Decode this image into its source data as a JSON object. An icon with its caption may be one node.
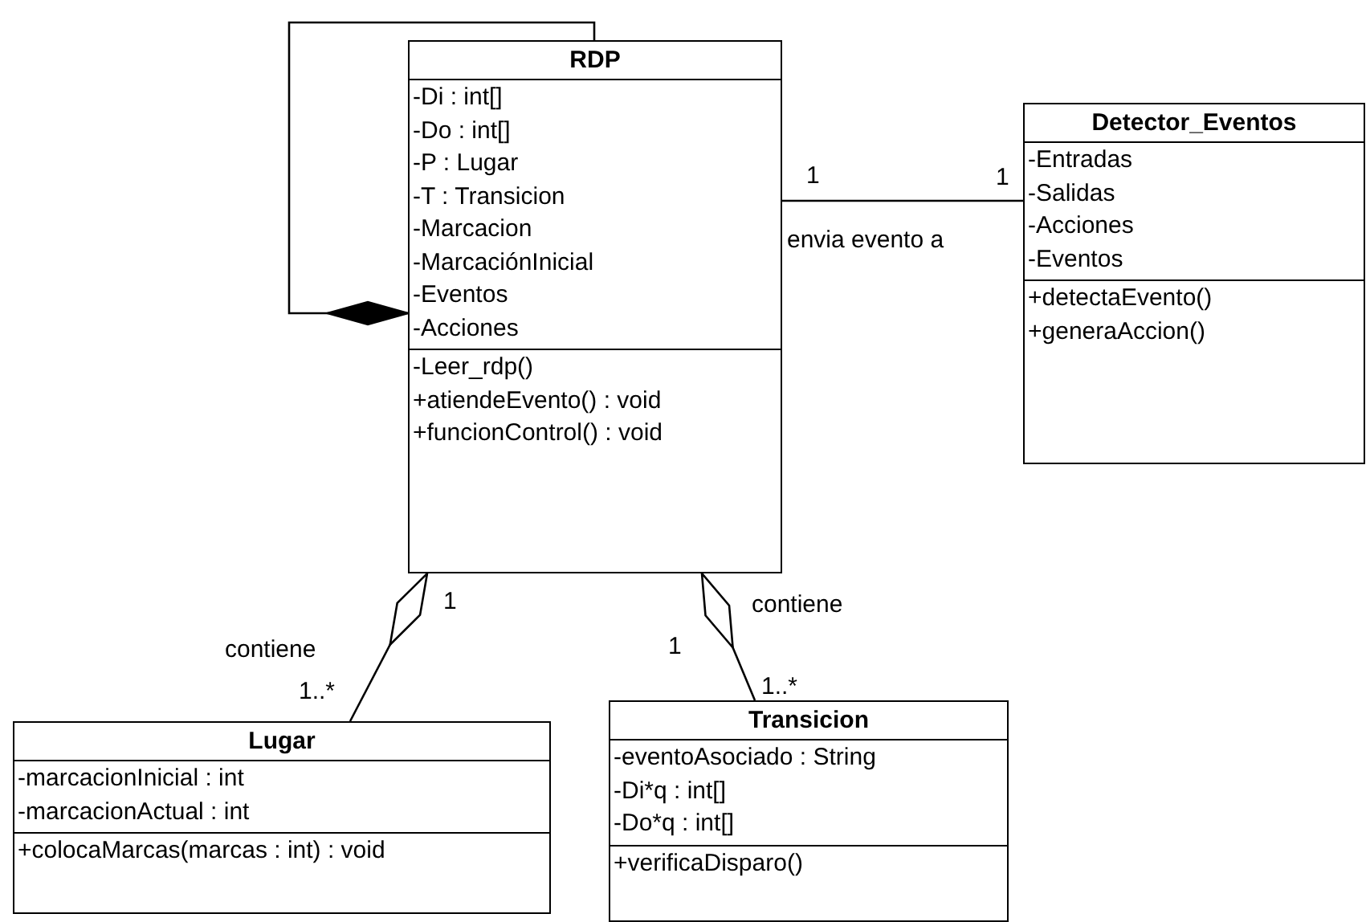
{
  "diagram": {
    "nodes": [
      {
        "text": [
          "RDP",
          "-Di : int[]",
          "-Do : int[]",
          "-P : Lugar",
          "-T : Transicion",
          "-Marcacion",
          "-MarcaciónInicial",
          "-Eventos",
          "-Acciones",
          "-Leer_rdp()",
          "+atiendeEvento() : void",
          "+funcionControl() : void"
        ]
      },
      {
        "text": [
          "Detector_Eventos",
          "-Entradas",
          "-Salidas",
          "-Acciones",
          "-Eventos",
          "+detectaEvento()",
          "+generaAccion()"
        ]
      },
      {
        "text": [
          "Lugar",
          "-marcacionInicial : int",
          "-marcacionActual : int",
          "+colocaMarcas(marcas : int) : void"
        ]
      },
      {
        "text": [
          "Transicion",
          "-eventoAsociado : String",
          "-Di*q : int[]",
          "-Do*q : int[]",
          "+verificaDisparo()"
        ]
      }
    ],
    "edges": [
      {
        "from": 0,
        "to": 0,
        "arrow": "other"
      },
      {
        "from": 0,
        "to": 1,
        "arrow": "none",
        "label": "envia evento a"
      },
      {
        "from": 2,
        "to": 0,
        "arrow": "other",
        "label": "contiene"
      },
      {
        "from": 3,
        "to": 0,
        "arrow": "other",
        "label": "contiene"
      }
    ],
    "labels": [
      "1",
      "1",
      "1",
      "1..*",
      "1",
      "1..*"
    ]
  }
}
